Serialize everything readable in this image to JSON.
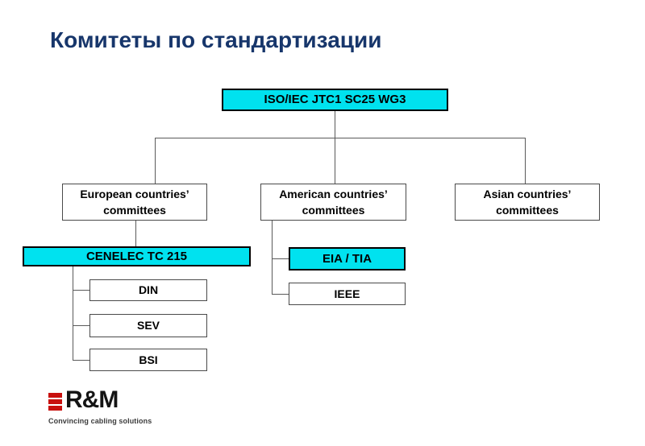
{
  "slide": {
    "title": "Комитеты по стандартизации"
  },
  "diagram": {
    "nodes": {
      "root": {
        "label": "ISO/IEC JTC1 SC25 WG3",
        "highlighted": true
      },
      "european": {
        "label": "European countries’ committees",
        "highlighted": false
      },
      "american": {
        "label": "American countries’ committees",
        "highlighted": false
      },
      "asian": {
        "label": "Asian countries’ committees",
        "highlighted": false
      },
      "cenelec": {
        "label": "CENELEC TC 215",
        "highlighted": true
      },
      "din": {
        "label": "DIN",
        "highlighted": false
      },
      "sev": {
        "label": "SEV",
        "highlighted": false
      },
      "bsi": {
        "label": "BSI",
        "highlighted": false
      },
      "eia_tia": {
        "label": "EIA / TIA",
        "highlighted": true
      },
      "ieee": {
        "label": "IEEE",
        "highlighted": false
      }
    },
    "edges": [
      [
        "root",
        "european"
      ],
      [
        "root",
        "american"
      ],
      [
        "root",
        "asian"
      ],
      [
        "european",
        "cenelec"
      ],
      [
        "cenelec",
        "din"
      ],
      [
        "cenelec",
        "sev"
      ],
      [
        "cenelec",
        "bsi"
      ],
      [
        "american",
        "eia_tia"
      ],
      [
        "american",
        "ieee"
      ]
    ]
  },
  "logo": {
    "brand": "R&M",
    "tagline": "Convincing cabling solutions"
  },
  "colors": {
    "highlight_cyan": "#00E2EF",
    "title_blue": "#17366B",
    "logo_red": "#C8100E",
    "connector_gray": "#5a5a5a"
  }
}
